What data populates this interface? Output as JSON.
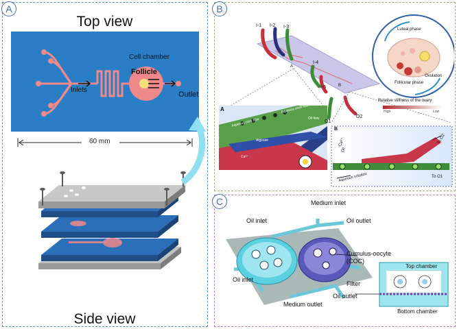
{
  "panel_a": {
    "badge": "A",
    "top_title": "Top view",
    "inlets_label": "Inlets",
    "follicle_label": "Follicle",
    "cell_chamber_label": "Cell chamber",
    "outlet_label": "Outlet",
    "width_label": "60 mm",
    "side_title": "Side view"
  },
  "panel_b": {
    "badge": "B",
    "inlets": [
      "I-1",
      "I-2",
      "I-3",
      "I-4",
      "I-5"
    ],
    "outlets": [
      "O1",
      "O2"
    ],
    "marker_a": "A",
    "marker_b": "B",
    "luteal_phase": "Luteal phase",
    "ovulation": "Ovulation",
    "follicular_phase": "Follicular phase",
    "stiffness_title": "Relative stiffness of the ovary",
    "stiffness_high": "High",
    "stiffness_low": "Low",
    "inset_a_label": "A",
    "inset_a_core": "Aqueous core flow",
    "inset_a_shell": "Aqueous shell flow",
    "inset_a_oil": "Oil flow",
    "inset_a_alginate": "Alginate",
    "inset_a_ca": "Ca²⁺",
    "inset_b_label": "B",
    "inset_b_ca": "Ca²⁺",
    "inset_b_oil": "Oil",
    "inset_b_aqueous": "Aqueous solution",
    "inset_b_to_o2": "To O2",
    "inset_b_to_o1": "To O1"
  },
  "panel_c": {
    "badge": "C",
    "medium_inlet": "Medium inlet",
    "oil_inlet_top": "Oil inlet",
    "oil_outlet_top": "Oil outlet",
    "coc_line1": "Cumulus-oocyte",
    "coc_line2": "(COC)",
    "oil_inlet_bottom": "Oil inlet",
    "filter": "Filter",
    "oil_outlet_bottom": "Oil outlet",
    "medium_outlet": "Medium outlet",
    "top_chamber": "Top chamber",
    "bottom_chamber": "Bottom chamber"
  }
}
